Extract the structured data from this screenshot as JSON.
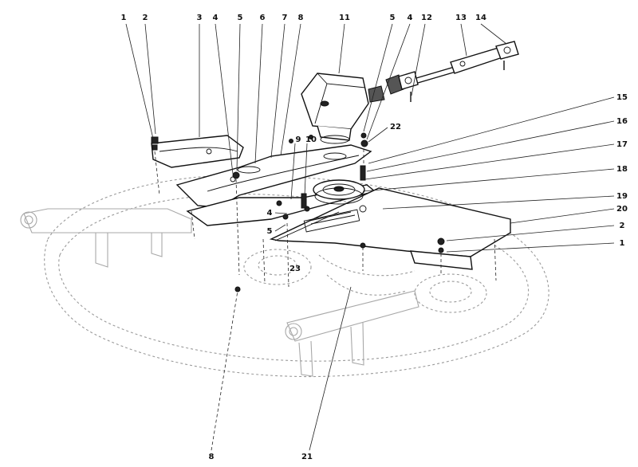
{
  "callouts": {
    "c1_top": "1",
    "c2_top": "2",
    "c3": "3",
    "c4_top": "4",
    "c5_top": "5",
    "c6": "6",
    "c7": "7",
    "c8_top": "8",
    "c11": "11",
    "c5_right": "5",
    "c4_right": "4",
    "c12": "12",
    "c13": "13",
    "c14": "14",
    "c22": "22",
    "c15": "15",
    "c16": "16",
    "c17": "17",
    "c18": "18",
    "c19": "19",
    "c20": "20",
    "c2_right": "2",
    "c1_right": "1",
    "c9": "9",
    "c10": "10",
    "c4_mid": "4",
    "c5_mid": "5",
    "c23": "23",
    "c8_bottom": "8",
    "c21": "21"
  },
  "colors": {
    "ink": "#111111",
    "ghost": "#9a9a9a",
    "background": "#ffffff"
  }
}
